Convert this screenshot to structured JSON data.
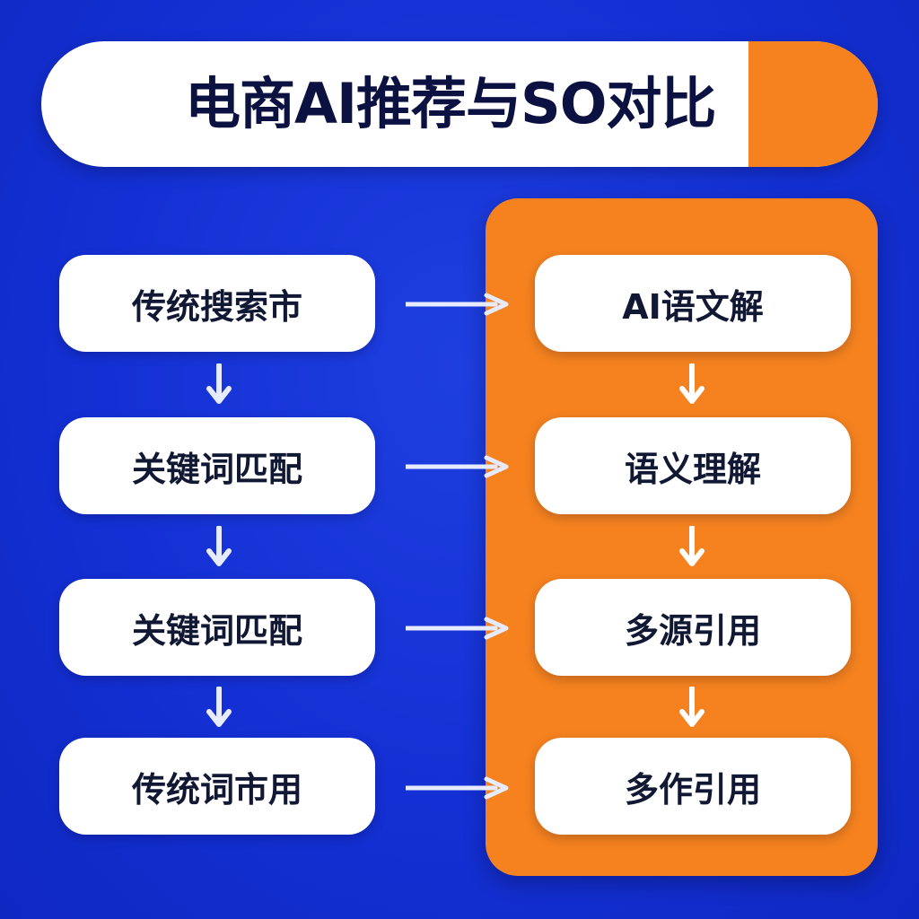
{
  "title": "电商AI推荐与SO对比",
  "colors": {
    "background": "#1430d4",
    "accent": "#f5821f",
    "box": "#ffffff",
    "text": "#111833",
    "arrow": "#e6ebff"
  },
  "left_column": {
    "items": [
      {
        "label": "传统搜索市"
      },
      {
        "label": "关键词匹配"
      },
      {
        "label": "关键词匹配"
      },
      {
        "label": "传统词市用"
      }
    ]
  },
  "right_column": {
    "items": [
      {
        "label": "AI语文解"
      },
      {
        "label": "语义理解"
      },
      {
        "label": "多源引用"
      },
      {
        "label": "多作引用"
      }
    ]
  },
  "icons": {
    "horizontal_arrow": "arrow-right-icon",
    "vertical_arrow": "arrow-down-icon"
  }
}
